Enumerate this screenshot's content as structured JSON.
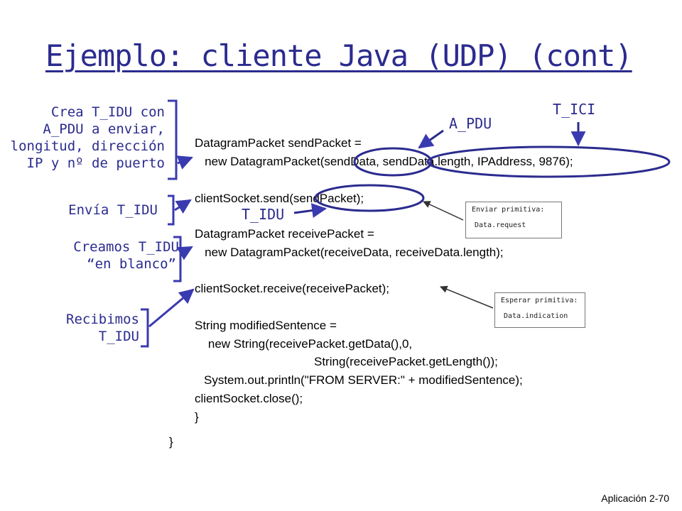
{
  "slide": {
    "title": "Ejemplo: cliente Java (UDP) (cont)",
    "footer": "Aplicación 2-70"
  },
  "code": {
    "lines": [
      "DatagramPacket sendPacket =",
      "   new DatagramPacket(sendData, sendData.length, IPAddress, 9876);",
      "clientSocket.send(sendPacket);",
      "DatagramPacket receivePacket =",
      "   new DatagramPacket(receiveData, receiveData.length);",
      "clientSocket.receive(receivePacket);",
      "String modifiedSentence =",
      "    new String(receivePacket.getData(),0,",
      "String(receivePacket.getLength());",
      "System.out.println(\"FROM SERVER:\" + modifiedSentence);",
      "clientSocket.close();",
      "}",
      "}"
    ]
  },
  "annotations": {
    "create": [
      "Crea T_IDU con",
      "A_PDU a enviar,",
      "longitud, dirección",
      "IP y nº de puerto"
    ],
    "send": "Envía T_IDU",
    "blank": [
      "Creamos T_IDU",
      "“en blanco”"
    ],
    "receive": [
      "Recibimos",
      "T_IDU"
    ]
  },
  "labels": {
    "a_pdu": "A_PDU",
    "t_ici": "T_ICI",
    "t_idu": "T_IDU"
  },
  "primitives": {
    "request": [
      "Enviar primitiva:",
      "Data.request"
    ],
    "indication": [
      "Esperar primitiva:",
      "Data.indication"
    ]
  },
  "colors": {
    "accent": "#2b2b8f",
    "bracket": "#3a3ab0"
  }
}
